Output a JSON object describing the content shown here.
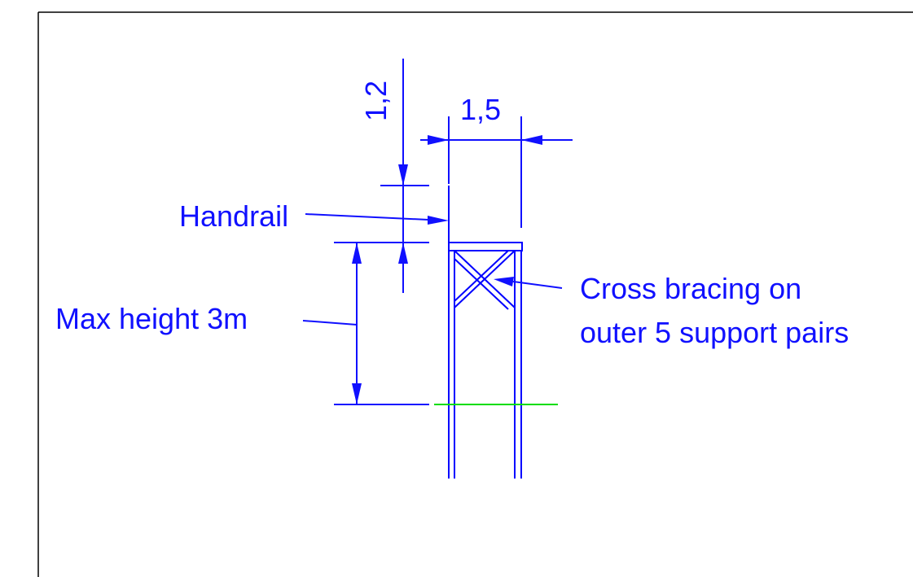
{
  "labels": {
    "dim_height_handrail": "1,2",
    "dim_width": "1,5",
    "handrail": "Handrail",
    "max_height": "Max height 3m",
    "cross_bracing_line1": "Cross bracing on",
    "cross_bracing_line2": "outer 5 support pairs"
  },
  "colors": {
    "annotation": "#1010ff",
    "structure": "#0000ff",
    "ground_line": "#00dd00",
    "frame_border": "#000000",
    "background": "#ffffff"
  }
}
